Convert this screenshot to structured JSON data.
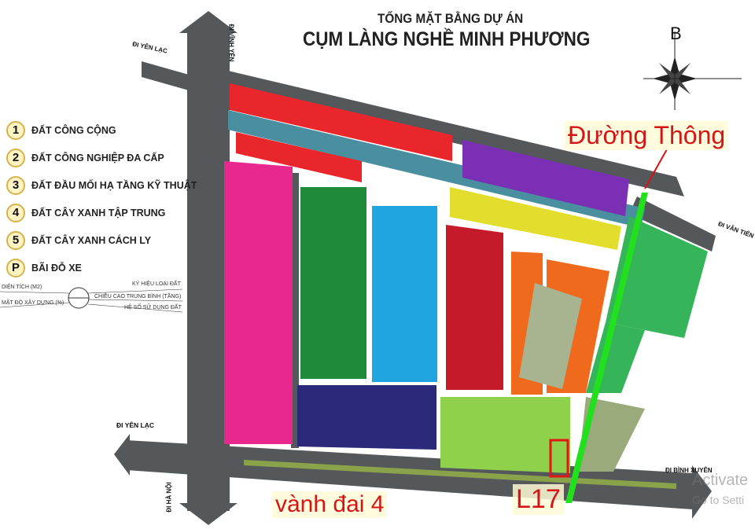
{
  "header": {
    "title_line1": "TỔNG MẶT BẰNG DỰ ÁN",
    "title_line2": "CỤM LÀNG NGHỀ MINH PHƯƠNG",
    "north_label": "B"
  },
  "legend": {
    "items": [
      {
        "symbol": "1",
        "label": "ĐẤT CÔNG CỘNG"
      },
      {
        "symbol": "2",
        "label": "ĐẤT CÔNG NGHIỆP ĐA CẤP"
      },
      {
        "symbol": "3",
        "label": "ĐẤT ĐẦU MỐI HẠ TẦNG KỸ THUẬT"
      },
      {
        "symbol": "4",
        "label": "ĐẤT CÂY XANH TẬP TRUNG"
      },
      {
        "symbol": "5",
        "label": "ĐẤT CÂY XANH CÁCH LY"
      },
      {
        "symbol": "P",
        "label": "BÃI ĐỖ XE"
      }
    ],
    "key": {
      "area": "DIỆN TÍCH (M2)",
      "density": "MẬT ĐỘ XÂY DỰNG (%)",
      "land_code": "KÝ HIỆU LOẠI ĐẤT",
      "height": "CHIỀU CAO TRUNG BÌNH (TẦNG)",
      "far": "HỆ SỐ SỬ DỤNG ĐẤT"
    }
  },
  "roads": {
    "yen_lac_top": "ĐI YÊN LẠC",
    "vinh_yen": "ĐI VĨNH YÊN",
    "yen_lac_bottom": "ĐI YÊN LẠC",
    "ha_noi": "ĐI HÀ NỘI",
    "binh_xuyen": "ĐI BÌNH XUYÊN",
    "van_tien": "ĐI VÂN TIẾN"
  },
  "annotations": {
    "duong_thong": "Đường Thông",
    "vanh_dai": "vành đai 4",
    "lot": "L17"
  },
  "watermark": {
    "line1": "Activate",
    "line2": "Go to Setti"
  },
  "colors": {
    "road": "#55585b",
    "public_red": "#e8262b",
    "purple": "#7a2fb5",
    "yellow": "#e3de2e",
    "pink": "#e8288f",
    "dark_green": "#1f8a3a",
    "cyan": "#1fa6e0",
    "dark_red": "#c41a2a",
    "orange": "#f06a1e",
    "navy": "#2b2a7a",
    "light_green": "#8fd14a",
    "green_right": "#35b45a",
    "river": "#4a8fa0",
    "highlight_line": "#22e01e",
    "annotation_red": "#d41616"
  }
}
